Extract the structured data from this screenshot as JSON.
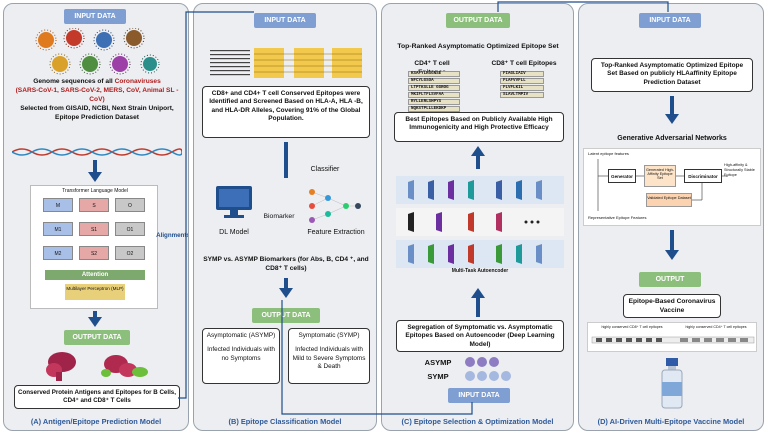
{
  "panelA": {
    "header": "INPUT DATA",
    "genome_pre": "Genome sequences of all ",
    "genome_coronaviruses": "Coronaviruses",
    "genome_list": "(SARS-CoV-1, SARS-CoV-2, MERS, CoV, Animal SL -CoV)",
    "genome_post": "Selected from GISAID, NCBI, Next Strain Uniport, Epitope Prediction Dataset",
    "transformer_title": "Transformer  Language Model",
    "alignments": "Alignments",
    "attention": "Attention",
    "mlp": "Multilayer Perceptron (MLP)",
    "output_header": "OUTPUT DATA",
    "output_box": "Conserved Protein Antigens and Epitopes for B Cells, CD4⁺ and CD8⁺ T Cells",
    "caption": "(A) Antigen/Epitope Prediction Model",
    "transformer_cells": [
      "M",
      "S",
      "O",
      "M1",
      "S1",
      "O1",
      "M2",
      "S2",
      "O2"
    ]
  },
  "panelB": {
    "header": "INPUT DATA",
    "input_box": "CD8+ and CD4+ T cell Conserved Epitopes were Identified and Screened Based on HLA-A, HLA -B, and HLA-DR Alleles, Covering 91% of the Global Population.",
    "classifier": "Classifier",
    "biomarker": "Biomarker",
    "dl_model": "DL Model",
    "feature_extraction": "Feature Extraction",
    "symp_text": "SYMP vs. ASYMP Biomarkers (for Abs, B, CD4 ⁺, and CD8⁺ T cells)",
    "output_header": "OUTPUT DATA",
    "asymp_title": "Asymptomatic (ASYMP)",
    "asymp_desc": "Infected Individuals with no Symptoms",
    "symp_title": "Symptomatic (SYMP)",
    "symp_desc": "Infected Individuals with Mild to Severe Symptoms & Death",
    "caption": "(B) Epitope Classification Model"
  },
  "panelC": {
    "output_header": "OUTPUT DATA",
    "top_ranked": "Top-Ranked Asymptomatic Optimized Epitope Set",
    "cd4_title": "CD4⁺ T cell Epitopes",
    "cd8_title": "CD8⁺ T cell Epitopes",
    "cd4_list": [
      "KSAFYLRSGNSE",
      "NFCYLGSOA",
      "LTPTKSLLE GGROG",
      "MKIFLTFLSVFAA",
      "RYLLERLSHPYS",
      "NQKSTPLLLEKDKP"
    ],
    "cd8_list": [
      "FIAGLIAIV",
      "FLAFVVFLL",
      "FLVFLKIL",
      "SLAVLTMPIV"
    ],
    "best_box": "Best Epitopes Based on Publicly Available High Immunogenicity and High Protective Efficacy",
    "mta_label": "Multi-Task Autoencoder",
    "segregation_box": "Segregation of Symptomatic vs. Asymptomatic Epitopes Based on Autoencoder (Deep Learning Model)",
    "asymp": "ASYMP",
    "symp": "SYMP",
    "input_header": "INPUT DATA",
    "caption": "(C) Epitope Selection & Optimization Model"
  },
  "panelD": {
    "input_header": "INPUT DATA",
    "input_box": "Top-Ranked Asymptomatic Optimized Epitope Set Based on publicly HLAaffinity Epitope Prediction Dataset",
    "gan_title": "Generative Adversarial Networks",
    "generator": "Generator",
    "discriminator": "Discriminator",
    "generated_label": "Generated High-Affinity Epitope Set",
    "validated_label": "Validated Epitope Dataset",
    "latent": "Latent epitope features",
    "rep_features": "Representative Epitope Features",
    "high_affinity": "High-affinity & Structurally Stable Epitope",
    "output_header": "OUTPUT",
    "output_box": "Epitope-Based Coronavirus Vaccine",
    "cd8_label": "highly conserved CD8⁺ T cell epitopes",
    "cd4_label": "highly conserved CD4⁺ T cell epitopes",
    "caption": "(D) AI-Driven Multi-Epitope Vaccine Model"
  },
  "colors": {
    "header_blue": "#7f9fd2",
    "header_green": "#8dbf7c",
    "arrow": "#1f4e8c",
    "caption": "#2f5a9a",
    "highlight_red": "#b01c1c"
  }
}
